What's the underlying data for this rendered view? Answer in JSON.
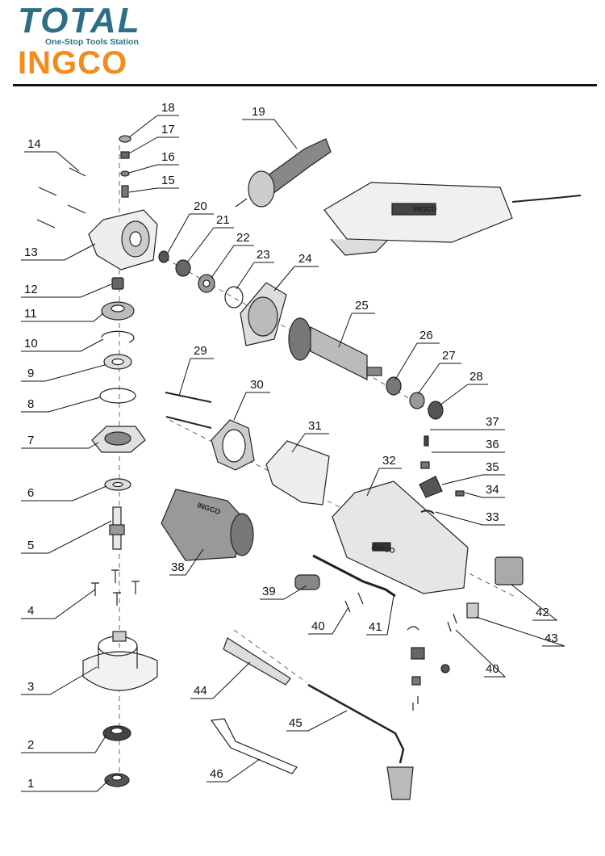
{
  "header": {
    "brand_primary": "TOTAL",
    "tagline": "One-Stop Tools Station",
    "brand_secondary": "INGCO",
    "colors": {
      "total": "#2e6f86",
      "ingco": "#f28c1d"
    }
  },
  "parts": [
    {
      "id": "1",
      "label": "1"
    },
    {
      "id": "2",
      "label": "2"
    },
    {
      "id": "3",
      "label": "3"
    },
    {
      "id": "4",
      "label": "4"
    },
    {
      "id": "5",
      "label": "5"
    },
    {
      "id": "6",
      "label": "6"
    },
    {
      "id": "7",
      "label": "7"
    },
    {
      "id": "8",
      "label": "8"
    },
    {
      "id": "9",
      "label": "9"
    },
    {
      "id": "10",
      "label": "10"
    },
    {
      "id": "11",
      "label": "11"
    },
    {
      "id": "12",
      "label": "12"
    },
    {
      "id": "13",
      "label": "13"
    },
    {
      "id": "14",
      "label": "14"
    },
    {
      "id": "15",
      "label": "15"
    },
    {
      "id": "16",
      "label": "16"
    },
    {
      "id": "17",
      "label": "17"
    },
    {
      "id": "18",
      "label": "18"
    },
    {
      "id": "19",
      "label": "19"
    },
    {
      "id": "20",
      "label": "20"
    },
    {
      "id": "21",
      "label": "21"
    },
    {
      "id": "22",
      "label": "22"
    },
    {
      "id": "23",
      "label": "23"
    },
    {
      "id": "24",
      "label": "24"
    },
    {
      "id": "25",
      "label": "25"
    },
    {
      "id": "26",
      "label": "26"
    },
    {
      "id": "27",
      "label": "27"
    },
    {
      "id": "28",
      "label": "28"
    },
    {
      "id": "29",
      "label": "29"
    },
    {
      "id": "30",
      "label": "30"
    },
    {
      "id": "31",
      "label": "31"
    },
    {
      "id": "32",
      "label": "32"
    },
    {
      "id": "33",
      "label": "33"
    },
    {
      "id": "34",
      "label": "34"
    },
    {
      "id": "35",
      "label": "35"
    },
    {
      "id": "36",
      "label": "36"
    },
    {
      "id": "37",
      "label": "37"
    },
    {
      "id": "38",
      "label": "38"
    },
    {
      "id": "39",
      "label": "39"
    },
    {
      "id": "40",
      "label": "40"
    },
    {
      "id": "40b",
      "label": "40"
    },
    {
      "id": "41",
      "label": "41"
    },
    {
      "id": "42",
      "label": "42"
    },
    {
      "id": "43",
      "label": "43"
    },
    {
      "id": "44",
      "label": "44"
    },
    {
      "id": "45",
      "label": "45"
    },
    {
      "id": "46",
      "label": "46"
    }
  ],
  "imprints": {
    "brand_mark": "INGCO"
  }
}
